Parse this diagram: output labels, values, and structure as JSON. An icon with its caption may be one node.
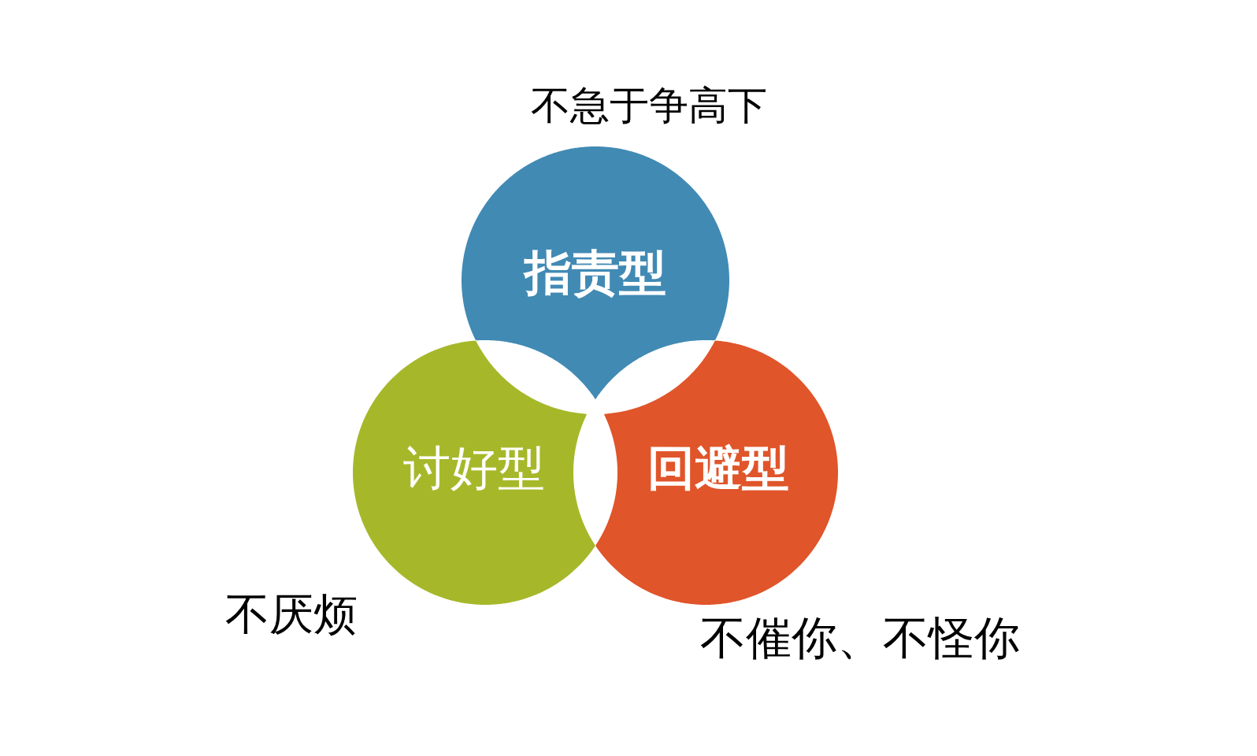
{
  "diagram": {
    "nodes": [
      {
        "text": [
          "指责型"
        ],
        "beside": [
          "不急于争高下"
        ]
      },
      {
        "text": [
          "讨好型"
        ],
        "beside": [
          "不厌烦"
        ]
      },
      {
        "text": [
          "回避型"
        ],
        "beside": [
          "不催你、不怪你"
        ]
      }
    ]
  }
}
